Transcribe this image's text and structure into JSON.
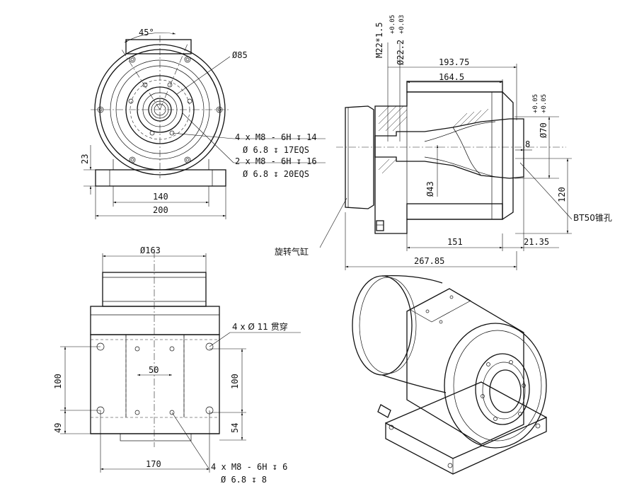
{
  "drawing": {
    "front_view": {
      "angle": "45°",
      "dia_outer": "Ø85",
      "hole_spec_1a": "4 x  M8 - 6H ↧ 14",
      "hole_spec_1b": "Ø 6.8 ↧ 17EQS",
      "hole_spec_2a": "2 x  M8 - 6H ↧ 16",
      "hole_spec_2b": "Ø 6.8 ↧ 20EQS",
      "dim_height": "23",
      "dim_140": "140",
      "dim_200": "200"
    },
    "side_view": {
      "thread": "M22*1.5",
      "dia_22": "Ø22.2",
      "tol_22_upper": "+0.05",
      "tol_22_lower": "+0.03",
      "dim_193": "193.75",
      "dim_164": "164.5",
      "dia_70": "Ø70",
      "tol_70_upper": "+0.05",
      "tol_70_lower": "+0.05",
      "dim_8": "8",
      "dia_43": "Ø43",
      "dim_120": "120",
      "taper_label": "BT50锥孔",
      "cylinder_label": "旋转气缸",
      "dim_151": "151",
      "dim_21": "21.35",
      "dim_267": "267.85"
    },
    "top_view": {
      "dia_163": "Ø163",
      "through_holes": "4 x Ø 11 贯穿",
      "dim_50": "50",
      "dim_100_left": "100",
      "dim_100_right": "100",
      "dim_49": "49",
      "dim_54": "54",
      "dim_170": "170",
      "hole_spec_a": "4 x  M8 - 6H ↧ 6",
      "hole_spec_b": "Ø 6.8 ↧ 8"
    }
  }
}
